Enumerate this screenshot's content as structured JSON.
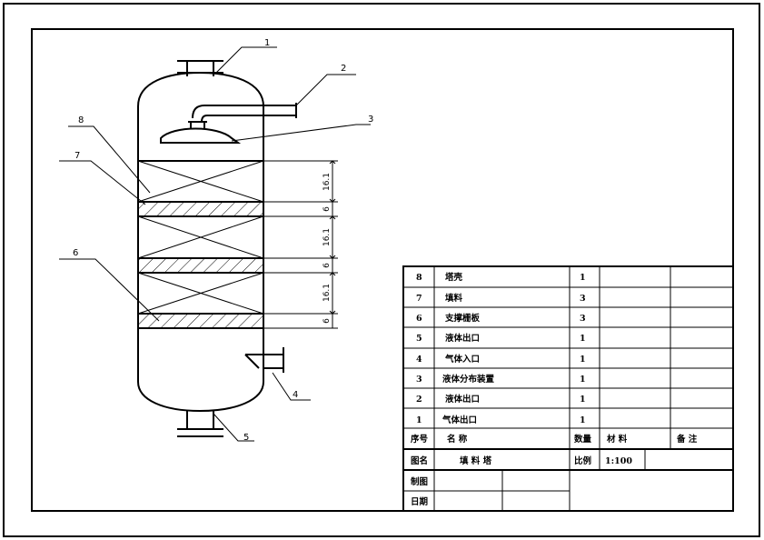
{
  "leaders": [
    {
      "num": "1"
    },
    {
      "num": "2"
    },
    {
      "num": "3"
    },
    {
      "num": "8"
    },
    {
      "num": "7"
    },
    {
      "num": "6"
    },
    {
      "num": "4"
    },
    {
      "num": "5"
    }
  ],
  "dimensions": [
    "16.1",
    "6",
    "16.1",
    "6",
    "16.1",
    "6"
  ],
  "parts": [
    {
      "seq": "8",
      "name": "塔壳",
      "qty": "1"
    },
    {
      "seq": "7",
      "name": "填料",
      "qty": "3"
    },
    {
      "seq": "6",
      "name": "支撑栅板",
      "qty": "3"
    },
    {
      "seq": "5",
      "name": "液体出口",
      "qty": "1"
    },
    {
      "seq": "4",
      "name": "气体入口",
      "qty": "1"
    },
    {
      "seq": "3",
      "name": "液体分布装置",
      "qty": "1"
    },
    {
      "seq": "2",
      "name": "液体出口",
      "qty": "1"
    },
    {
      "seq": "1",
      "name": "气体出口",
      "qty": "1"
    }
  ],
  "header": {
    "seq": "序号",
    "name": "名  称",
    "qty": "数量",
    "material": "材  料",
    "remark": "备  注"
  },
  "title_block": {
    "drawing_label": "图名",
    "drawing_name": "填  料  塔",
    "scale_label": "比例",
    "scale_value": "1:100",
    "drafted_label": "制图",
    "date_label": "日期"
  }
}
